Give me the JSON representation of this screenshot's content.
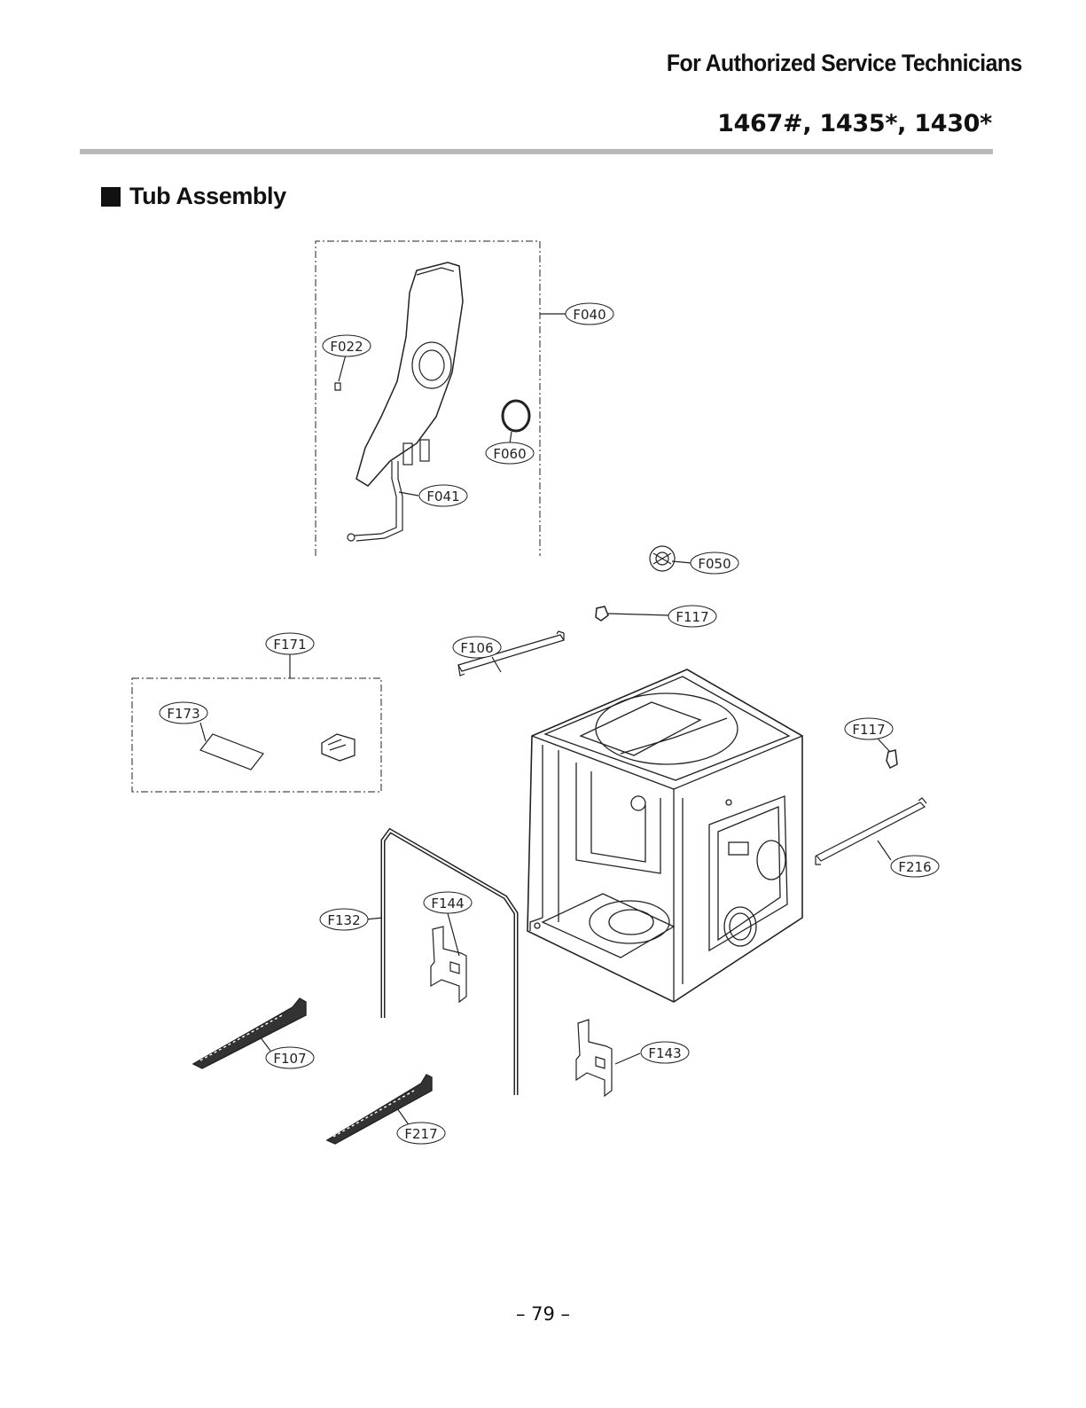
{
  "header": {
    "audience": "For Authorized Service Technicians",
    "models": "1467#, 1435*, 1430*"
  },
  "section": {
    "title": "Tub Assembly"
  },
  "callouts": {
    "F040": "F040",
    "F022": "F022",
    "F060": "F060",
    "F041": "F041",
    "F050": "F050",
    "F117a": "F117",
    "F171": "F171",
    "F106": "F106",
    "F173": "F173",
    "F117b": "F117",
    "F216": "F216",
    "F132": "F132",
    "F144": "F144",
    "F107": "F107",
    "F143": "F143",
    "F217": "F217"
  },
  "footer": {
    "page_number": "– 79 –"
  },
  "colors": {
    "rule": "#b9b9b9",
    "ink": "#111111"
  }
}
